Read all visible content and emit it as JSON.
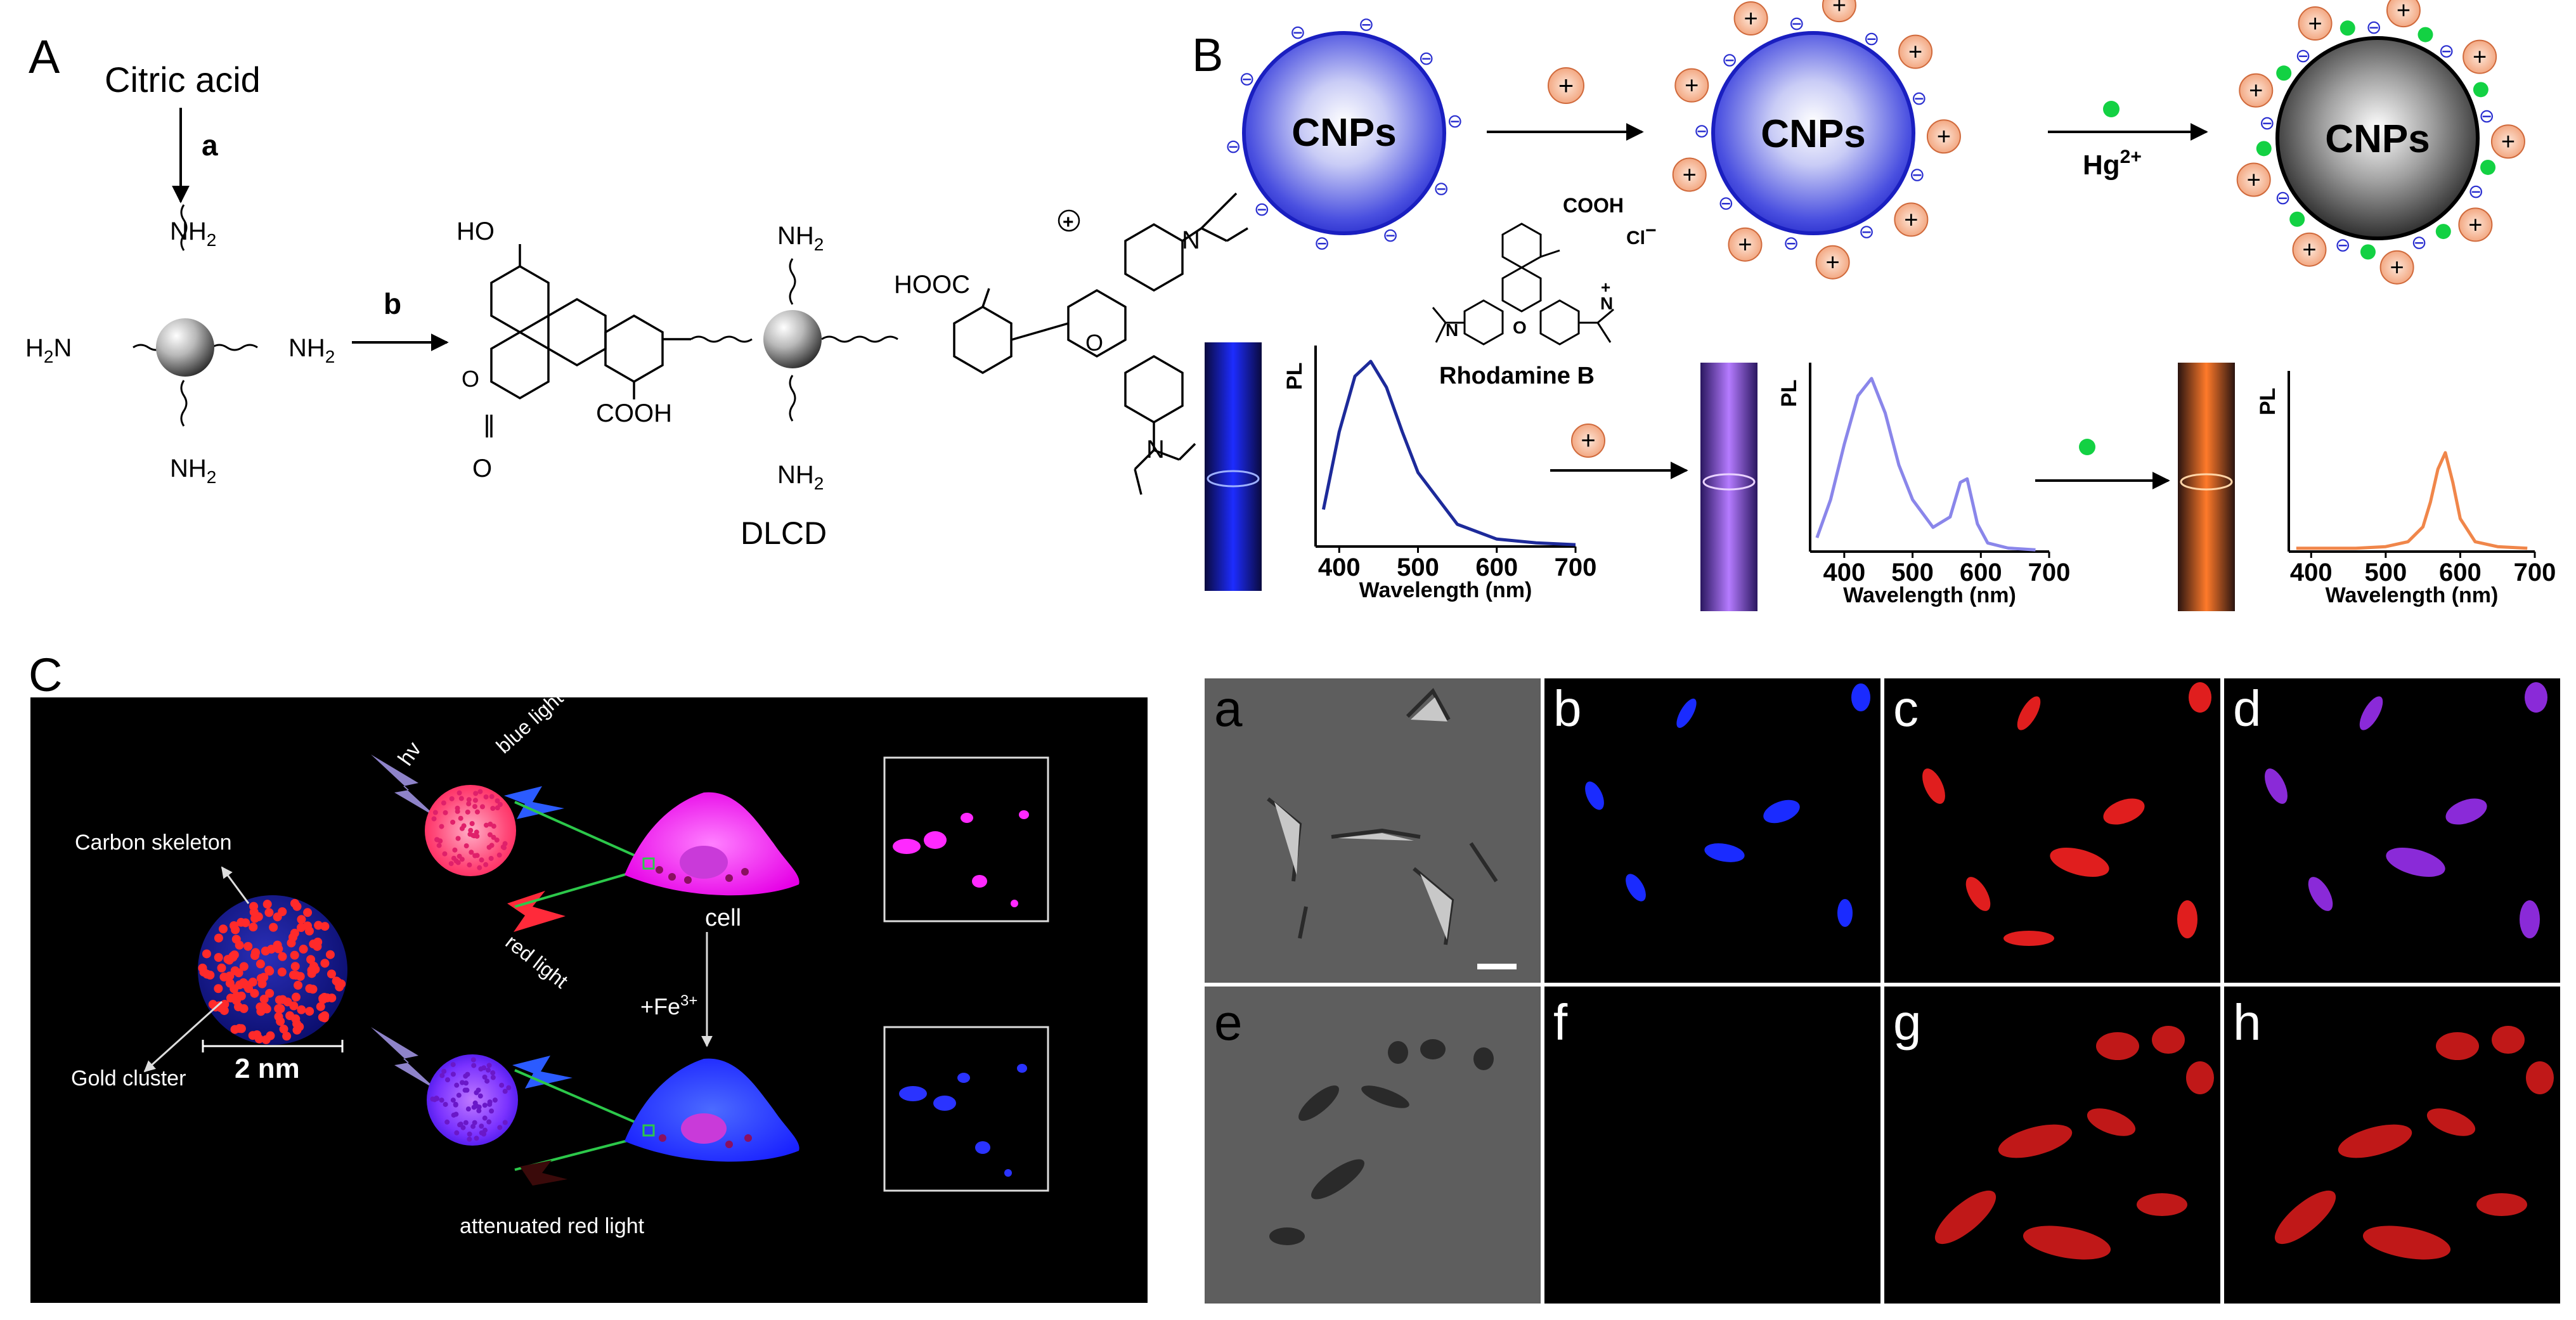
{
  "panel_A": {
    "label": "A",
    "citric_acid": "Citric acid",
    "step_a": "a",
    "step_b": "b",
    "nh2": "NH",
    "sub2": "2",
    "h2n": "H",
    "n": "N",
    "ho": "HO",
    "o": "O",
    "cooh": "COOH",
    "hooc": "HOOC",
    "plus": "+",
    "dlcd": "DLCD"
  },
  "panel_B": {
    "label": "B",
    "cnps": "CNPs",
    "rhodamine_label": "Rhodamine B",
    "cooh": "COOH",
    "cl": "Cl",
    "minus": "−",
    "plus": "+",
    "hg": "Hg",
    "hg_sup": "2+",
    "charge_minus": "⊖",
    "charge_plus": "+",
    "pl": "PL",
    "xlabel": "Wavelength (nm)",
    "ticks": [
      "400",
      "500",
      "600",
      "700"
    ],
    "colors": {
      "blue": "#1d2a9a",
      "purple": "#8a86ea",
      "orange": "#f0864a"
    }
  },
  "panel_C": {
    "label": "C",
    "carbon_skeleton": "Carbon skeleton",
    "gold_cluster": "Gold cluster",
    "size": "2 nm",
    "hv": "hv",
    "blue_light": "blue light",
    "red_light": "red light",
    "cell": "cell",
    "fe": "+Fe",
    "fe_sup": "3+",
    "attenuated": "attenuated red light"
  },
  "micrographs": {
    "labels": [
      "a",
      "b",
      "c",
      "d",
      "e",
      "f",
      "g",
      "h"
    ]
  },
  "chart_data": [
    {
      "type": "line",
      "ylabel": "PL",
      "xlabel": "Wavelength (nm)",
      "xlim": [
        370,
        700
      ],
      "color": "#1d2a9a",
      "x": [
        380,
        400,
        420,
        440,
        460,
        480,
        500,
        550,
        600,
        650,
        700
      ],
      "y": [
        0.2,
        0.62,
        0.92,
        1.0,
        0.86,
        0.62,
        0.4,
        0.12,
        0.04,
        0.02,
        0.01
      ]
    },
    {
      "type": "line",
      "ylabel": "PL",
      "xlabel": "Wavelength (nm)",
      "xlim": [
        350,
        700
      ],
      "color": "#8a86ea",
      "x": [
        360,
        380,
        400,
        420,
        440,
        460,
        480,
        500,
        530,
        555,
        570,
        580,
        595,
        610,
        640,
        680
      ],
      "y": [
        0.08,
        0.3,
        0.62,
        0.9,
        1.0,
        0.8,
        0.5,
        0.3,
        0.14,
        0.2,
        0.4,
        0.42,
        0.16,
        0.05,
        0.02,
        0.01
      ]
    },
    {
      "type": "line",
      "ylabel": "PL",
      "xlabel": "Wavelength (nm)",
      "xlim": [
        370,
        700
      ],
      "color": "#f0864a",
      "x": [
        380,
        420,
        460,
        500,
        530,
        550,
        560,
        570,
        580,
        590,
        600,
        620,
        650,
        690
      ],
      "y": [
        0.02,
        0.02,
        0.02,
        0.03,
        0.06,
        0.15,
        0.3,
        0.5,
        0.6,
        0.42,
        0.2,
        0.06,
        0.03,
        0.02
      ]
    }
  ]
}
